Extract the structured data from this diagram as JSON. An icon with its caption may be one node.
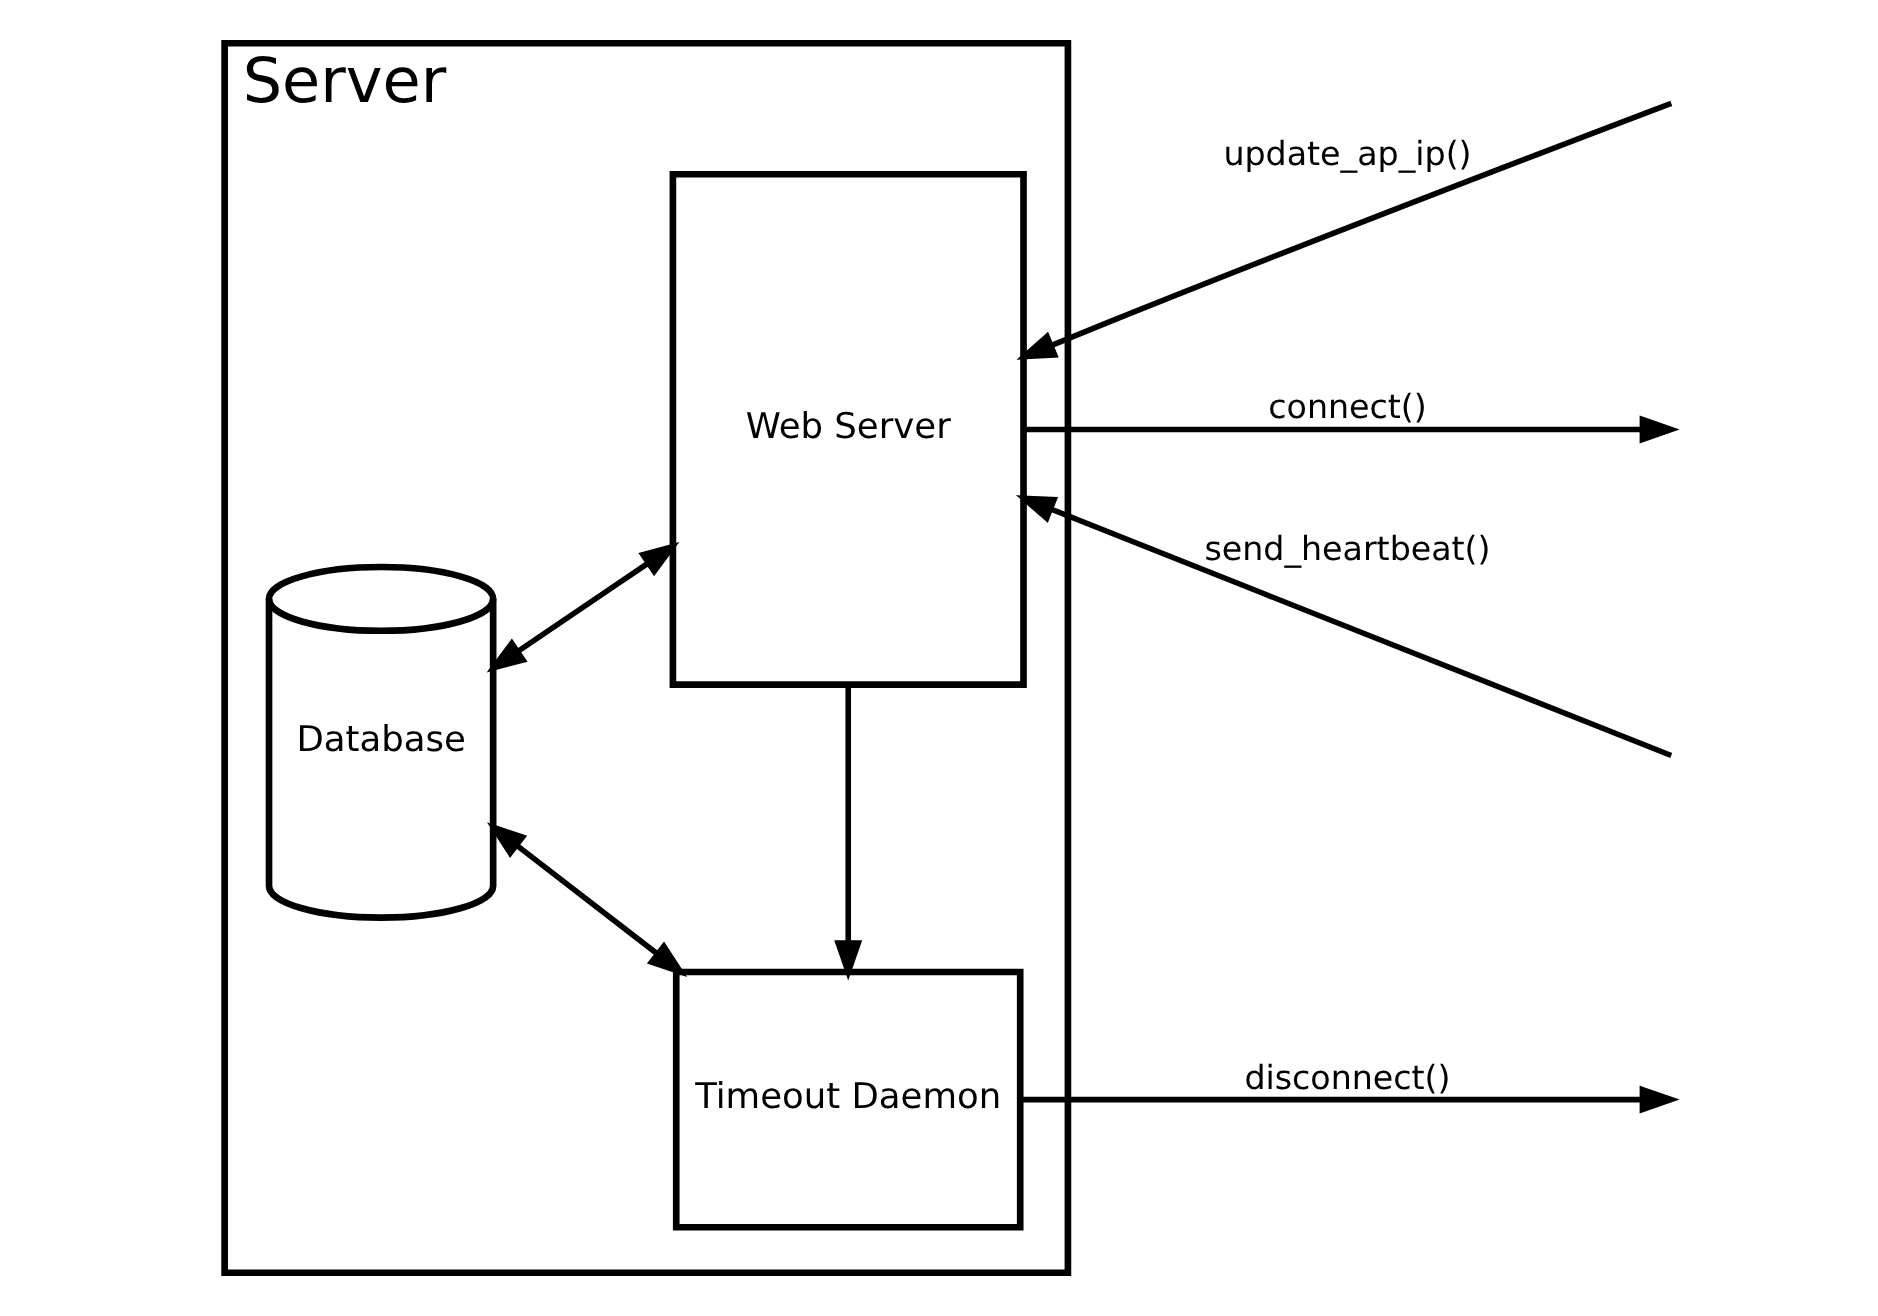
{
  "diagram": {
    "nodes": [
      {
        "text": [
          "Server"
        ]
      },
      {
        "text": [
          "Database"
        ],
        "in": 0
      },
      {
        "text": [
          "Web Server"
        ],
        "in": 0
      },
      {
        "text": [
          "Timeout Daemon"
        ],
        "in": 0
      }
    ],
    "edges": [
      {
        "from": 1,
        "to": 2,
        "arrow": "both"
      },
      {
        "from": 2,
        "to": 3,
        "arrow": "to"
      },
      {
        "from": 1,
        "to": 3,
        "arrow": "both"
      },
      {
        "from": null,
        "to": 2,
        "arrow": "to",
        "label": "send_heartbeat()"
      },
      {
        "from": null,
        "to": 2,
        "arrow": "to",
        "label": "update_ap_ip()"
      },
      {
        "from": 2,
        "to": null,
        "arrow": "to",
        "label": "connect()"
      },
      {
        "from": 3,
        "to": null,
        "arrow": "to",
        "label": "disconnect()"
      }
    ]
  }
}
